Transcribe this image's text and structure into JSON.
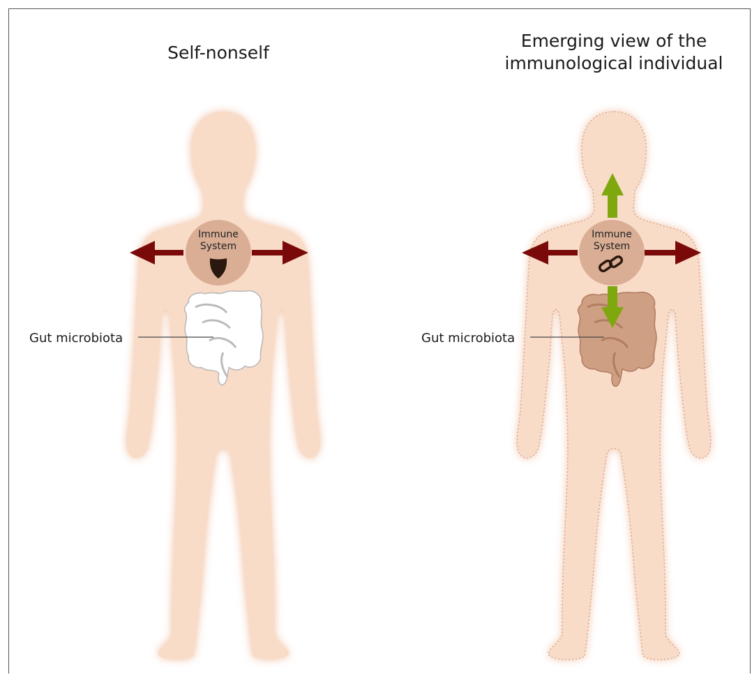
{
  "panels": [
    {
      "title": "Self-nonself",
      "immune_label_line1": "Immune",
      "immune_label_line2": "System",
      "gut_label": "Gut microbiota",
      "immune_icon": "shield-icon",
      "gut_style": "white"
    },
    {
      "title": "Emerging view of the immunological individual",
      "title_line1": "Emerging view of the",
      "title_line2": "immunological individual",
      "immune_label_line1": "Immune",
      "immune_label_line2": "System",
      "gut_label": "Gut microbiota",
      "immune_icon": "chain-link-icon",
      "gut_style": "tan"
    }
  ],
  "colors": {
    "body_fill": "#f9dcc8",
    "body_glow": "#efb898",
    "immune_circle": "#d9ae95",
    "red_arrow": "#7a0a0a",
    "green_arrow": "#7fa80f",
    "gut_white": "#ffffff",
    "gut_tan": "#cf9f83"
  }
}
